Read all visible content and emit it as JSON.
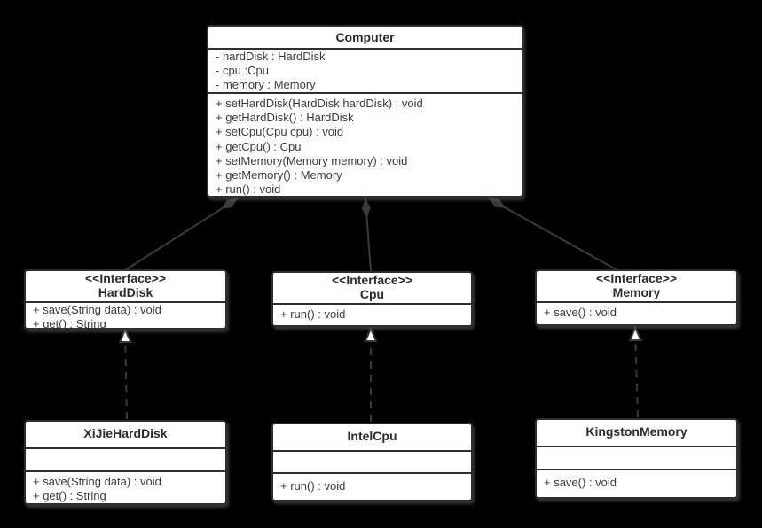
{
  "diagram": {
    "type": "uml-class-diagram",
    "colors": {
      "background": "#000000",
      "box_fill": "#ffffff",
      "box_border": "#2e2e2e",
      "line_color": "#3a3a3a",
      "realization_arrow_fill": "#ffffff"
    },
    "classes": {
      "computer": {
        "title": "Computer",
        "fields": [
          "- hardDisk : HardDisk",
          "- cpu :Cpu",
          "- memory : Memory"
        ],
        "methods": [
          "+ setHardDisk(HardDisk hardDisk) : void",
          "+ getHardDisk() : HardDisk",
          "+ setCpu(Cpu cpu) : void",
          "+ getCpu() : Cpu",
          "+ setMemory(Memory memory) : void",
          "+ getMemory() : Memory",
          "+ run() : void"
        ]
      },
      "harddisk": {
        "stereotype": "<<Interface>>",
        "title": "HardDisk",
        "methods": [
          "+ save(String data) : void",
          "+ get() : String"
        ]
      },
      "cpu": {
        "stereotype": "<<Interface>>",
        "title": "Cpu",
        "methods": [
          "+ run() : void"
        ]
      },
      "memory": {
        "stereotype": "<<Interface>>",
        "title": "Memory",
        "methods": [
          "+ save() : void"
        ]
      },
      "xijieharddisk": {
        "title": "XiJieHardDisk",
        "fields": [],
        "methods": [
          "+ save(String data) : void",
          "+ get() : String"
        ]
      },
      "intelcpu": {
        "title": "IntelCpu",
        "fields": [],
        "methods": [
          "+ run() : void"
        ]
      },
      "kingstonmemory": {
        "title": "KingstonMemory",
        "fields": [],
        "methods": [
          "+ save() : void"
        ]
      }
    },
    "relationships": [
      {
        "from": "Computer",
        "to": "HardDisk",
        "type": "composition",
        "line": "solid",
        "marker": "filled-diamond-at-computer"
      },
      {
        "from": "Computer",
        "to": "Cpu",
        "type": "composition",
        "line": "solid",
        "marker": "filled-diamond-at-computer"
      },
      {
        "from": "Computer",
        "to": "Memory",
        "type": "composition",
        "line": "solid",
        "marker": "filled-diamond-at-computer"
      },
      {
        "from": "XiJieHardDisk",
        "to": "HardDisk",
        "type": "realization",
        "line": "dashed",
        "marker": "hollow-triangle-at-interface"
      },
      {
        "from": "IntelCpu",
        "to": "Cpu",
        "type": "realization",
        "line": "dashed",
        "marker": "hollow-triangle-at-interface"
      },
      {
        "from": "KingstonMemory",
        "to": "Memory",
        "type": "realization",
        "line": "dashed",
        "marker": "hollow-triangle-at-interface"
      }
    ]
  }
}
